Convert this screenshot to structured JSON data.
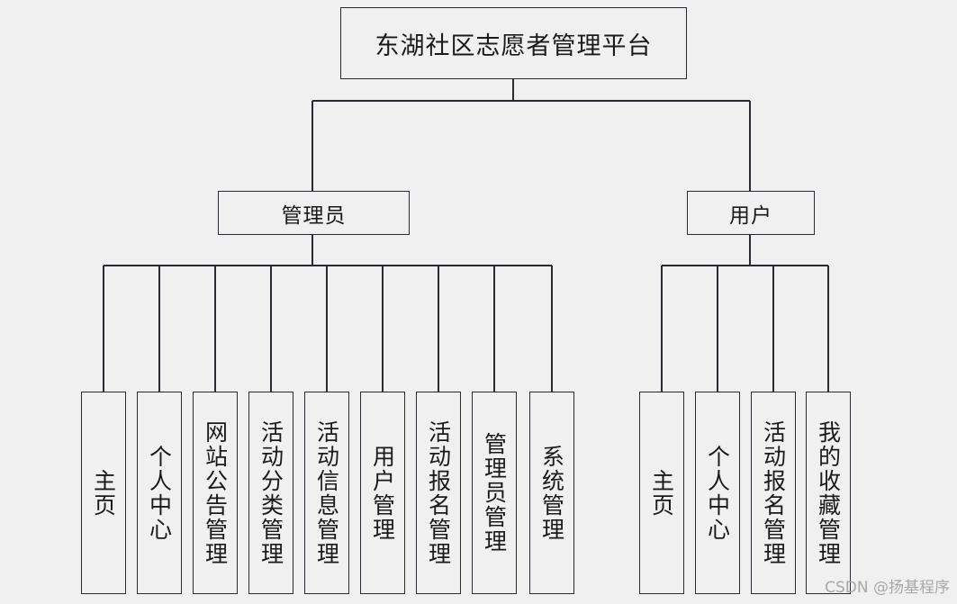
{
  "diagram": {
    "type": "tree",
    "title": "东湖社区志愿者管理平台",
    "root": {
      "label": "东湖社区志愿者管理平台"
    },
    "branches": [
      {
        "key": "admin",
        "label": "管理员",
        "children": [
          {
            "label": "主页"
          },
          {
            "label": "个人中心"
          },
          {
            "label": "网站公告管理"
          },
          {
            "label": "活动分类管理"
          },
          {
            "label": "活动信息管理"
          },
          {
            "label": "用户管理"
          },
          {
            "label": "活动报名管理"
          },
          {
            "label": "管理员管理"
          },
          {
            "label": "系统管理"
          }
        ]
      },
      {
        "key": "user",
        "label": "用户",
        "children": [
          {
            "label": "主页"
          },
          {
            "label": "个人中心"
          },
          {
            "label": "活动报名管理"
          },
          {
            "label": "我的收藏管理"
          }
        ]
      }
    ]
  },
  "watermark": {
    "text": "CSDN @扬基程序"
  },
  "colors": {
    "background": "#f0f0f0",
    "box_border": "#2a2a33",
    "box_fill": "#f0f0f0",
    "connector": "#2a2a33",
    "text": "#1a1a1a",
    "watermark": "#a8a8a8"
  }
}
